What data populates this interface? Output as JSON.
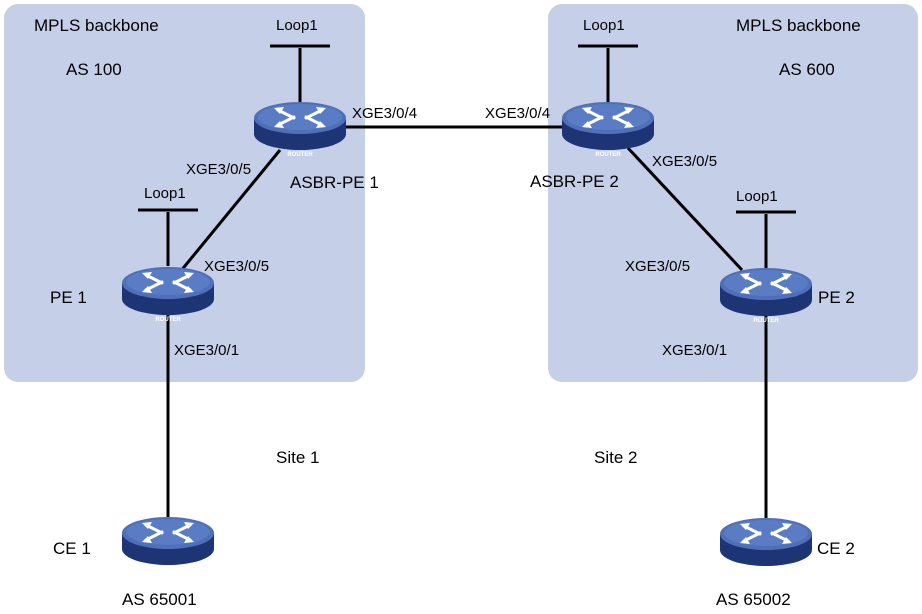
{
  "colors": {
    "region_fill": "#c5cfe8",
    "router_body": "#2f4f9a",
    "router_top": "#5a7cc4",
    "router_rim": "#1d3575",
    "line": "#000000"
  },
  "regions": {
    "left": {
      "title": "MPLS backbone",
      "as": "AS 100"
    },
    "right": {
      "title": "MPLS backbone",
      "as": "AS 600"
    }
  },
  "router_badge": "ROUTER",
  "routers": {
    "asbr_pe1": {
      "name": "ASBR-PE 1",
      "loop": "Loop1",
      "icon": "router-icon"
    },
    "asbr_pe2": {
      "name": "ASBR-PE 2",
      "loop": "Loop1",
      "icon": "router-icon"
    },
    "pe1": {
      "name": "PE 1",
      "loop": "Loop1",
      "icon": "router-icon"
    },
    "pe2": {
      "name": "PE 2",
      "loop": "Loop1",
      "icon": "router-icon"
    },
    "ce1": {
      "name": "CE 1",
      "as": "AS 65001",
      "icon": "router-icon"
    },
    "ce2": {
      "name": "CE 2",
      "as": "AS 65002",
      "icon": "router-icon"
    }
  },
  "interfaces": {
    "asbr1_to_asbr2": "XGE3/0/4",
    "asbr2_to_asbr1": "XGE3/0/4",
    "asbr1_to_pe1": "XGE3/0/5",
    "pe1_to_asbr1": "XGE3/0/5",
    "pe1_to_ce1": "XGE3/0/1",
    "asbr2_to_pe2": "XGE3/0/5",
    "pe2_to_asbr2": "XGE3/0/5",
    "pe2_to_ce2": "XGE3/0/1"
  },
  "sites": {
    "site1": "Site 1",
    "site2": "Site 2"
  }
}
